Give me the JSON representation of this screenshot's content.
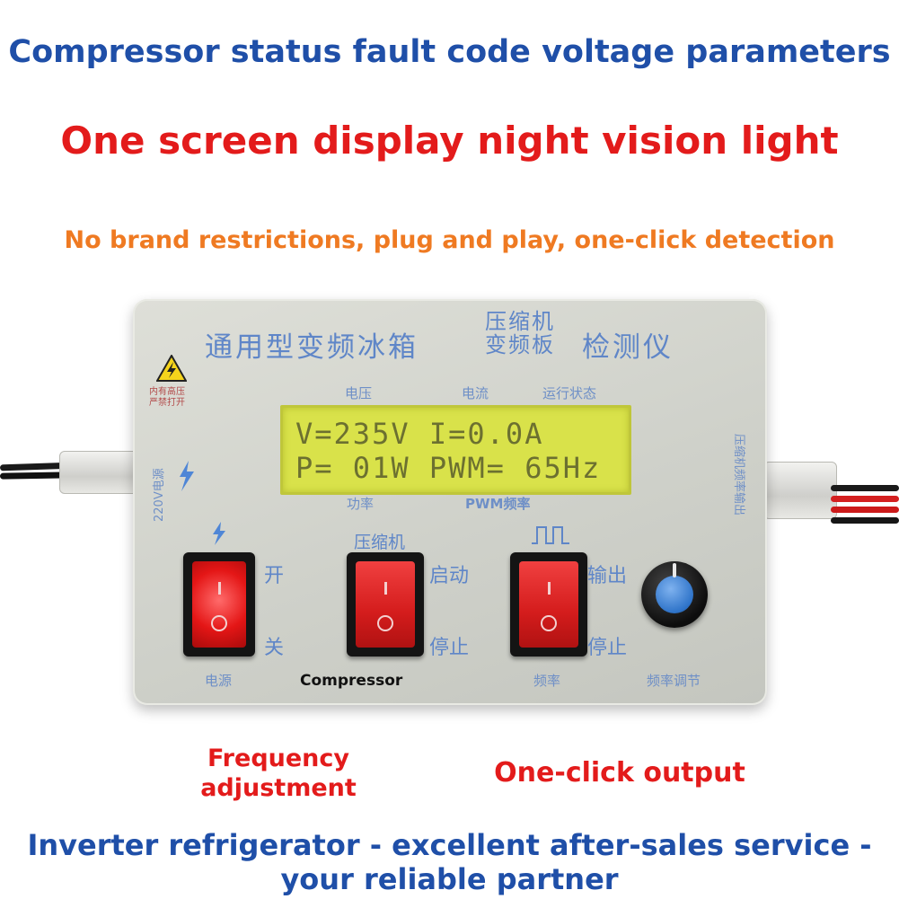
{
  "headlines": {
    "top": "Compressor status fault code voltage parameters",
    "red": "One screen display night vision light",
    "orange": "No brand restrictions, plug and play, one-click detection",
    "bottom_1": "Inverter refrigerator - excellent after-sales service -",
    "bottom_2": "your reliable partner"
  },
  "device": {
    "title_left": "通用型变频冰箱",
    "title_mid_1": "压缩机",
    "title_mid_2": "变频板",
    "title_right": "检测仪",
    "warning_1": "内有高压",
    "warning_2": "严禁打开",
    "power_input_label": "220V电源",
    "output_label": "压缩机频率输出",
    "lcd_labels": {
      "voltage": "电压",
      "current": "电流",
      "status": "运行状态",
      "power": "功率",
      "pwm": "PWM频率"
    },
    "lcd": {
      "line1": "V=235V I=0.0A",
      "line2": "P= 01W PWM= 65Hz"
    },
    "switches": {
      "power": {
        "on": "开",
        "off": "关",
        "label": "电源"
      },
      "compressor": {
        "top": "压缩机",
        "start": "启动",
        "stop": "停止"
      },
      "frequency": {
        "output": "输出",
        "stop": "停止",
        "label": "频率"
      }
    },
    "knob_label": "频率调节"
  },
  "annotations": {
    "compressor": "Compressor",
    "freq_1": "Frequency",
    "freq_2": "adjustment",
    "output": "One-click output"
  },
  "colors": {
    "blue": "#1f4fa8",
    "red": "#e31b1b",
    "orange": "#ef7a22",
    "lcd": "#d9e24a"
  }
}
